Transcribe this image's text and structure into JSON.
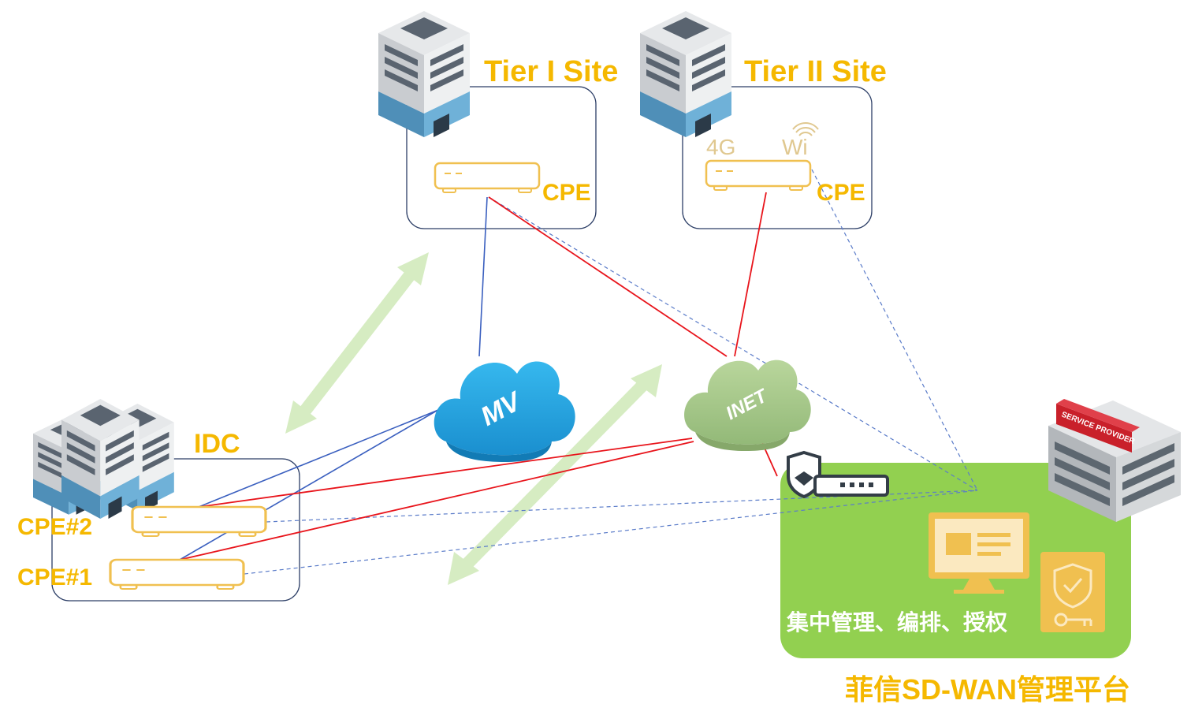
{
  "sites": {
    "tier1": {
      "title": "Tier I Site",
      "cpe_label": "CPE"
    },
    "tier2": {
      "title": "Tier II Site",
      "cpe_label": "CPE",
      "badge_4g": "4G",
      "badge_wifi": "Wi"
    }
  },
  "idc": {
    "title": "IDC",
    "cpe2_label": "CPE#2",
    "cpe1_label": "CPE#1"
  },
  "clouds": {
    "mv": "MV",
    "inet": "INET"
  },
  "platform": {
    "title": "菲信SD-WAN管理平台",
    "caption": "集中管理、编排、授权",
    "sign_text": "SERVICE PROVIDER"
  },
  "colors": {
    "label_orange": "#f5b800",
    "mpls_blue": "#3a5fbf",
    "internet_red": "#e8141b",
    "mgmt_dash": "#5b7cc9",
    "platform_green": "#92d050",
    "mv_cloud": "#1fa3df",
    "inet_cloud": "#a9c98a",
    "arrow_green": "#d6ecc2"
  }
}
